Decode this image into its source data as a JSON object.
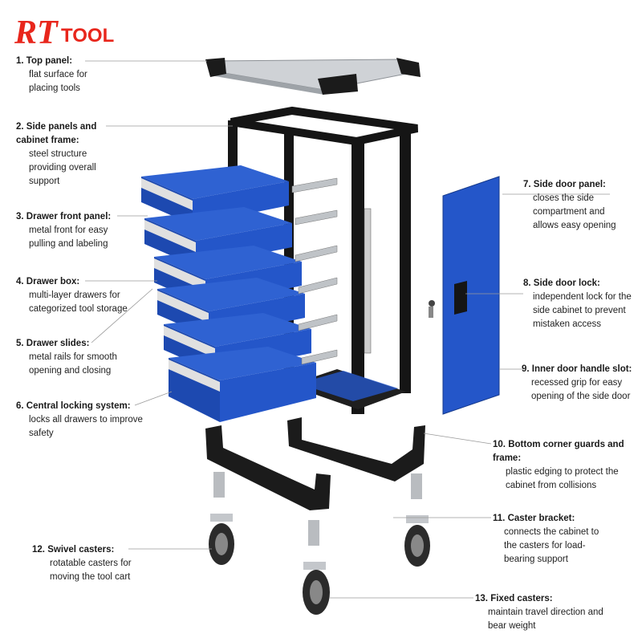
{
  "brand": {
    "logo_text": "RTTOOL",
    "logo_color": "#e8261c"
  },
  "colors": {
    "drawer_blue": "#2456c9",
    "frame_black": "#151515",
    "handle_silver": "#d6d6d6",
    "top_steel": "#cfd2d6"
  },
  "labels": [
    {
      "num": "1.",
      "title": "Top panel:",
      "desc": "flat surface for placing tools"
    },
    {
      "num": "2.",
      "title": "Side panels and cabinet frame:",
      "desc": "steel structure providing overall support"
    },
    {
      "num": "3.",
      "title": "Drawer front panel:",
      "desc": "metal front for easy pulling and labeling"
    },
    {
      "num": "4.",
      "title": "Drawer box:",
      "desc": "multi-layer drawers for categorized tool storage"
    },
    {
      "num": "5.",
      "title": "Drawer slides:",
      "desc": "metal rails for smooth opening and closing"
    },
    {
      "num": "6.",
      "title": "Central locking system:",
      "desc": "locks all drawers to improve safety"
    },
    {
      "num": "7.",
      "title": "Side door panel:",
      "desc": "closes the side compartment and allows easy opening"
    },
    {
      "num": "8.",
      "title": "Side door lock:",
      "desc": "independent lock for the side cabinet to prevent mistaken access"
    },
    {
      "num": "9.",
      "title": "Inner door handle slot:",
      "desc": "recessed grip for easy opening of the side door"
    },
    {
      "num": "10.",
      "title": "Bottom corner guards and frame:",
      "desc": "plastic edging to protect the cabinet from collisions"
    },
    {
      "num": "11.",
      "title": "Caster bracket:",
      "desc": "connects the cabinet to the casters for load-bearing support"
    },
    {
      "num": "12.",
      "title": "Swivel casters:",
      "desc": "rotatable casters for moving the tool cart"
    },
    {
      "num": "13.",
      "title": "Fixed casters:",
      "desc": "maintain travel direction and bear weight"
    }
  ]
}
